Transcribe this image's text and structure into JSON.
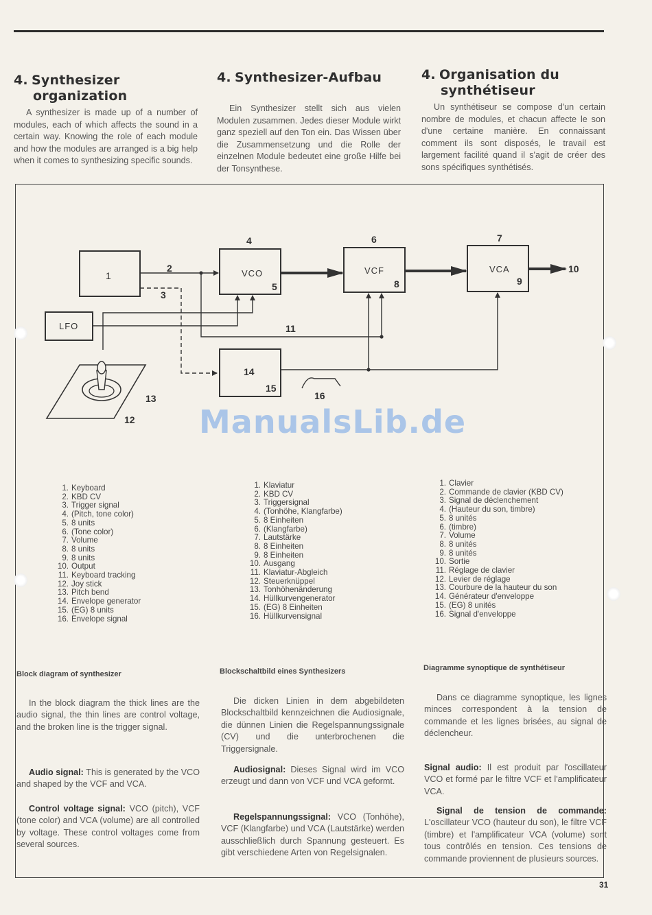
{
  "page_number": "31",
  "watermark": "ManualsLib.de",
  "sections": {
    "en": {
      "num": "4.",
      "title_line1": "Synthesizer",
      "title_line2": "organization",
      "intro": "A synthesizer is made up of a number of modules, each of which affects the sound in a certain way. Knowing the role of each module and how the modules are arranged is a big help when it comes to synthesizing specific sounds."
    },
    "de": {
      "num": "4.",
      "title_line1": "Synthesizer-Aufbau",
      "intro": "Ein Synthesizer stellt sich aus vielen Modulen zusammen. Jedes dieser Module wirkt ganz speziell auf den Ton ein. Das Wissen über die Zusammensetzung und die Rolle der einzelnen Module bedeutet eine große Hilfe bei der Tonsynthese."
    },
    "fr": {
      "num": "4.",
      "title_line1": "Organisation du",
      "title_line2": "synthétiseur",
      "intro": "Un synthétiseur se compose d'un certain nombre de modules, et chacun affecte le son d'une certaine manière. En connaissant comment ils sont disposés, le travail est largement facilité quand il s'agit de créer des sons spécifiques synthétisés."
    }
  },
  "diagram": {
    "labels": {
      "box1": "1",
      "vco": "VCO",
      "vcf": "VCF",
      "vca": "VCA",
      "lfo": "LFO",
      "eg": "14",
      "n2": "2",
      "n3": "3",
      "n4": "4",
      "n5": "5",
      "n6": "6",
      "n7": "7",
      "n8": "8",
      "n9": "9",
      "n10": "10",
      "n11": "11",
      "n12": "12",
      "n13": "13",
      "n15": "15",
      "n16": "16"
    }
  },
  "legends": {
    "en": [
      "Keyboard",
      "KBD CV",
      "Trigger signal",
      "(Pitch, tone color)",
      "8 units",
      "(Tone color)",
      "Volume",
      "8 units",
      "8 units",
      "Output",
      "Keyboard tracking",
      "Joy stick",
      "Pitch bend",
      "Envelope generator",
      "(EG) 8 units",
      "Envelope signal"
    ],
    "de": [
      "Klaviatur",
      "KBD CV",
      "Triggersignal",
      "(Tonhöhe, Klangfarbe)",
      "8 Einheiten",
      "(Klangfarbe)",
      "Lautstärke",
      "8 Einheiten",
      "8 Einheiten",
      "Ausgang",
      "Klaviatur-Abgleich",
      "Steuerknüppel",
      "Tonhöhenänderung",
      "Hüllkurvengenerator",
      "(EG) 8 Einheiten",
      "Hüllkurvensignal"
    ],
    "fr": [
      "Clavier",
      "Commande de clavier (KBD CV)",
      "Signal de déclenchement",
      "(Hauteur du son, timbre)",
      "8 unités",
      "(timbre)",
      "Volume",
      "8 unités",
      "8 unités",
      "Sortie",
      "Réglage de clavier",
      "Levier de réglage",
      "Courbure de la hauteur du son",
      "Générateur d'enveloppe",
      "(EG) 8 unités",
      "Signal d'enveloppe"
    ]
  },
  "captions": {
    "en": "Block diagram of synthesizer",
    "de": "Blockschaltbild eines Synthesizers",
    "fr": "Diagramme synoptique de synthétiseur"
  },
  "paragraphs": {
    "en": {
      "p1": "In the block diagram the thick lines are the audio signal, the thin lines are control voltage, and the broken line is the trigger signal.",
      "audio_label": "Audio signal:",
      "audio_text": " This is generated by the VCO and shaped by the VCF and VCA.",
      "cv_label": "Control voltage signal:",
      "cv_text": " VCO (pitch), VCF (tone color) and VCA (volume) are all controlled by voltage. These control voltages come from several sources."
    },
    "de": {
      "p1": "Die dicken Linien in dem abgebildeten Blockschaltbild kennzeichnen die Audiosignale, die dünnen Linien die Regelspannungssignale (CV) und die unterbrochenen die Triggersignale.",
      "audio_label": "Audiosignal:",
      "audio_text": " Dieses Signal wird im VCO erzeugt und dann von VCF und VCA geformt.",
      "cv_label": "Regelspannungssignal:",
      "cv_text": " VCO (Tonhöhe), VCF (Klangfarbe) und VCA (Lautstärke) werden ausschließlich durch Spannung gesteuert. Es gibt verschiedene Arten von Regelsignalen."
    },
    "fr": {
      "p1": "Dans ce diagramme synoptique, les lignes minces correspondent à la tension de commande et les lignes brisées, au signal de déclencheur.",
      "audio_label": "Signal audio:",
      "audio_text": " Il est produit par l'oscillateur VCO et formé par le filtre VCF et l'amplificateur VCA.",
      "cv_label": "Signal de tension de commande:",
      "cv_text": " L'oscillateur VCO (hauteur du son), le filtre VCF (timbre) et l'amplificateur VCA (volume) sont tous contrôlés en tension. Ces tensions de commande proviennent de plusieurs sources."
    }
  }
}
